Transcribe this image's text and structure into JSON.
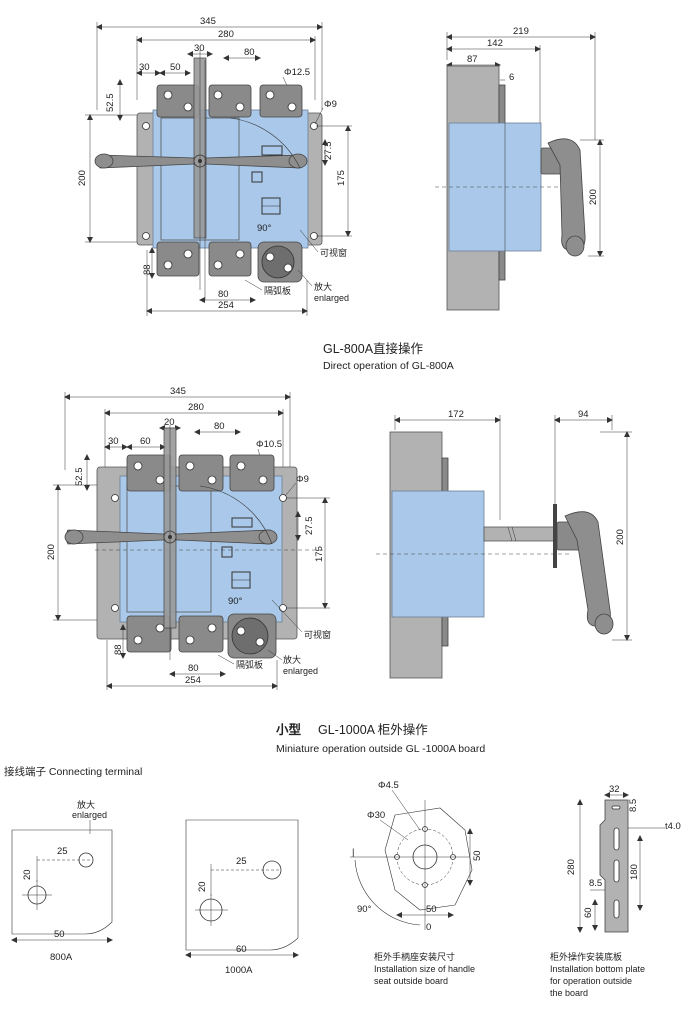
{
  "top": {
    "caption_zh": "GL-800A直接操作",
    "caption_en": "Direct  operation  of GL-800A",
    "front": {
      "dim_345": "345",
      "dim_280": "280",
      "dim_30a": "30",
      "dim_80": "80",
      "dim_30b": "30",
      "dim_50": "50",
      "dim_phi125": "Φ12.5",
      "dim_525": "52.5",
      "dim_phi9": "Φ9",
      "dim_200": "200",
      "dim_275": "27.5",
      "dim_175": "175",
      "dim_88": "88",
      "dim_80b": "80",
      "dim_254": "254",
      "angle": "90°",
      "label_window": "可视窗",
      "label_arc": "隔弧板",
      "label_enlarged_zh": "放大",
      "label_enlarged_en": "enlarged"
    },
    "side": {
      "dim_219": "219",
      "dim_142": "142",
      "dim_87": "87",
      "dim_6": "6",
      "dim_200": "200"
    }
  },
  "middle": {
    "caption_prefix": "小型",
    "caption_zh": "GL-1000A 柜外操作",
    "caption_en": "Miniature operation outside GL -1000A board",
    "front": {
      "dim_345": "345",
      "dim_280": "280",
      "dim_20": "20",
      "dim_80": "80",
      "dim_30": "30",
      "dim_60": "60",
      "dim_phi105": "Φ10.5",
      "dim_525": "52.5",
      "dim_phi9": "Φ9",
      "dim_200": "200",
      "dim_275": "27.5",
      "dim_175": "175",
      "dim_88": "88",
      "dim_80b": "80",
      "dim_254": "254",
      "angle": "90°",
      "label_window": "可视窗",
      "label_arc": "隔弧板",
      "label_enlarged_zh": "放大",
      "label_enlarged_en": "enlarged"
    },
    "side": {
      "dim_172": "172",
      "dim_94": "94",
      "dim_200": "200"
    }
  },
  "bottom": {
    "terminal_title": "接线端子 Connecting terminal",
    "t800": {
      "enlarged_zh": "放大",
      "enlarged_en": "enlarged",
      "dim_25": "25",
      "dim_20": "20",
      "dim_50": "50",
      "label": "800A"
    },
    "t1000": {
      "dim_25": "25",
      "dim_20": "20",
      "dim_60": "60",
      "label": "1000A"
    },
    "seat": {
      "dim_phi45": "Φ4.5",
      "dim_phi30": "Φ30",
      "dim_50a": "50",
      "dim_50b": "50",
      "angle": "90°",
      "zero": "0",
      "caption_zh": "柜外手柄座安装尺寸",
      "caption_en1": "Installation size of handle",
      "caption_en2": "seat outside board"
    },
    "plate": {
      "dim_32": "32",
      "dim_85a": "8.5",
      "dim_t4": "t4.0",
      "dim_280": "280",
      "dim_180": "180",
      "dim_85b": "8.5",
      "dim_60": "60",
      "caption_zh": "柜外操作安装底板",
      "caption_en1": "Installation bottom plate",
      "caption_en2": "for operation outside",
      "caption_en3": "the board"
    }
  }
}
